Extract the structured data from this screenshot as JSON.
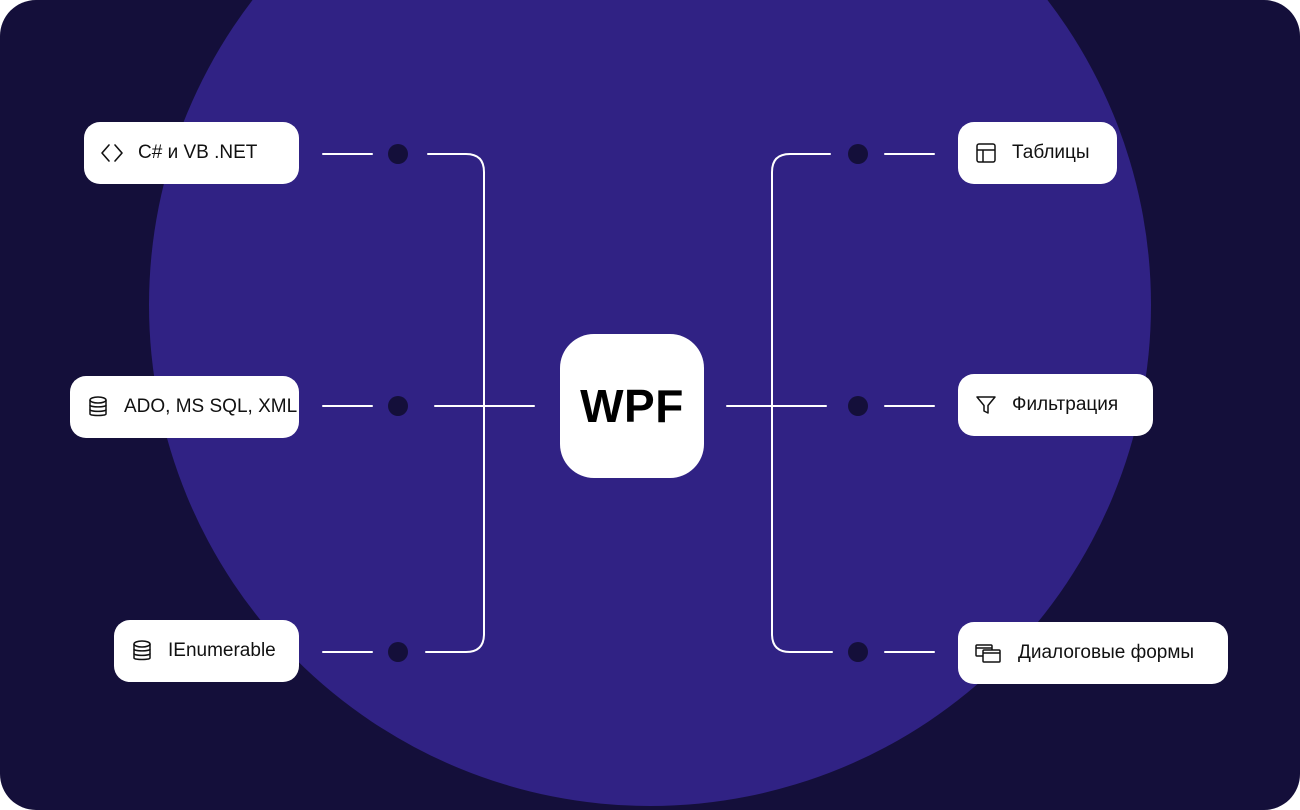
{
  "center_label": "WPF",
  "left_items": [
    {
      "label": "C#  и VB .NET",
      "icon": "code-brackets-icon"
    },
    {
      "label": "ADO, MS SQL, XML",
      "icon": "database-icon"
    },
    {
      "label": "IEnumerable",
      "icon": "database-icon"
    }
  ],
  "right_items": [
    {
      "label": "Таблицы",
      "icon": "table-icon"
    },
    {
      "label": "Фильтрация",
      "icon": "filter-icon"
    },
    {
      "label": "Диалоговые формы",
      "icon": "dialog-windows-icon"
    }
  ],
  "colors": {
    "background": "#140f3a",
    "circle": "#302284",
    "card": "#ffffff",
    "connector": "#ffffff",
    "node_dot": "#140f3a"
  }
}
